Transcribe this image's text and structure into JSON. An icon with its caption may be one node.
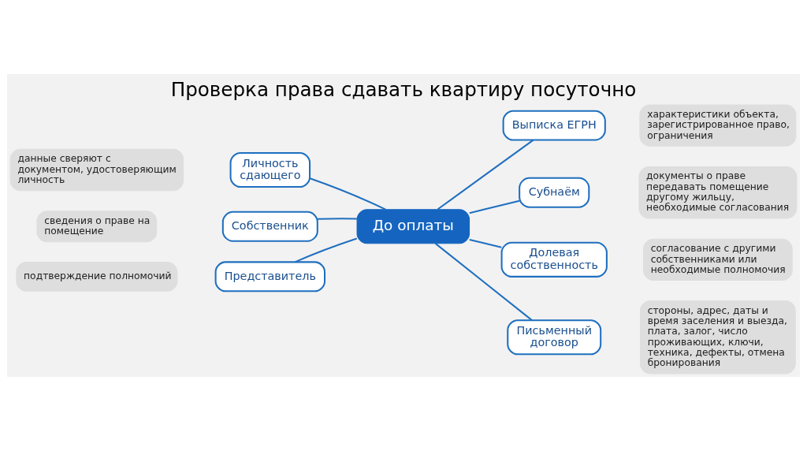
{
  "diagram": {
    "title": "Проверка права сдавать квартиру посуточно",
    "nodes": [
      {
        "text": [
          "До оплаты"
        ]
      },
      {
        "text": [
          "Личность сдающего"
        ]
      },
      {
        "text": [
          "данные сверяют с документом, удостоверяющим личность"
        ]
      },
      {
        "text": [
          "Собственник"
        ]
      },
      {
        "text": [
          "сведения о праве на помещение"
        ]
      },
      {
        "text": [
          "Представитель"
        ]
      },
      {
        "text": [
          "подтверждение полномочий"
        ]
      },
      {
        "text": [
          "Выписка ЕГРН"
        ]
      },
      {
        "text": [
          "характеристики объекта, зарегистрированное право, ограничения"
        ]
      },
      {
        "text": [
          "Субнаём"
        ]
      },
      {
        "text": [
          "документы о праве передавать помещение другому жильцу, необходимые согласования"
        ]
      },
      {
        "text": [
          "Долевая собственность"
        ]
      },
      {
        "text": [
          "согласование с другими собственниками или необходимые полномочия"
        ]
      },
      {
        "text": [
          "Письменный договор"
        ]
      },
      {
        "text": [
          "стороны, адрес, даты и время заселения и выезда, плата, залог, число проживающих, ключи, техника, дефекты, отмена бронирования"
        ]
      }
    ],
    "edges": [
      {
        "from": 0,
        "to": 1,
        "arrow": "none"
      },
      {
        "from": 0,
        "to": 3,
        "arrow": "none"
      },
      {
        "from": 0,
        "to": 5,
        "arrow": "none"
      },
      {
        "from": 0,
        "to": 7,
        "arrow": "none"
      },
      {
        "from": 0,
        "to": 9,
        "arrow": "none"
      },
      {
        "from": 0,
        "to": 11,
        "arrow": "none"
      },
      {
        "from": 0,
        "to": 13,
        "arrow": "none"
      }
    ]
  }
}
